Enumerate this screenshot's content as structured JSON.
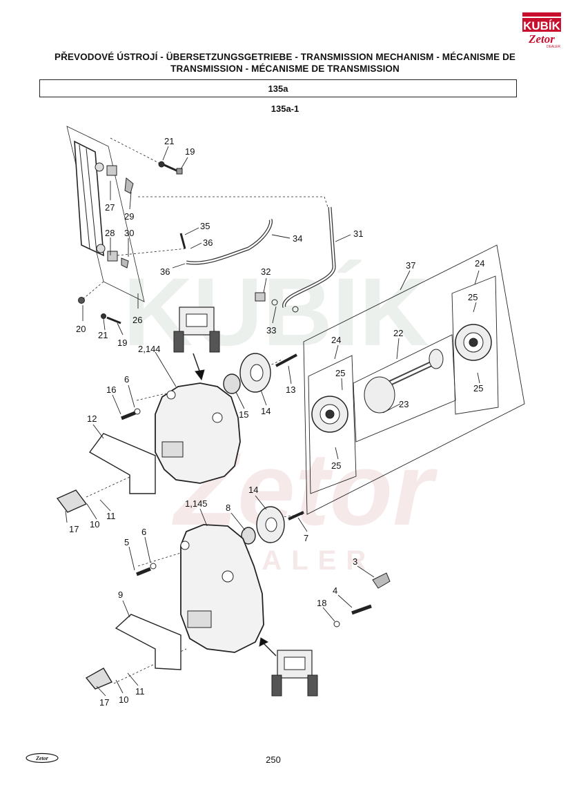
{
  "header": {
    "title_line1": "PŘEVODOVÉ ÚSTROJÍ - ÜBERSETZUNGSGETRIEBE - TRANSMISSION MECHANISM - MÉCANISME DE",
    "title_line2": "TRANSMISSION - MÉCANISME DE TRANSMISSION",
    "section": "135a",
    "subsection": "135a-1"
  },
  "logo": {
    "text": "KUBÍK",
    "sub": "Zetor",
    "dealer": "DEALER",
    "color": "#c8102e"
  },
  "watermark": {
    "text": "KUBÍK",
    "brand": "Zetor",
    "dealer": "DEALER",
    "color": "#e8eee9"
  },
  "callouts": [
    "21",
    "19",
    "27",
    "29",
    "28",
    "30",
    "35",
    "36",
    "36",
    "34",
    "31",
    "32",
    "33",
    "37",
    "24",
    "25",
    "20",
    "21",
    "19",
    "26",
    "2,144",
    "6",
    "16",
    "12",
    "15",
    "14",
    "13",
    "24",
    "25",
    "22",
    "23",
    "25",
    "25",
    "17",
    "10",
    "11",
    "14",
    "1,145",
    "8",
    "7",
    "5",
    "6",
    "3",
    "4",
    "18",
    "9",
    "17",
    "10",
    "11"
  ],
  "footer": {
    "page": "250",
    "logo_text": "Zetor"
  }
}
